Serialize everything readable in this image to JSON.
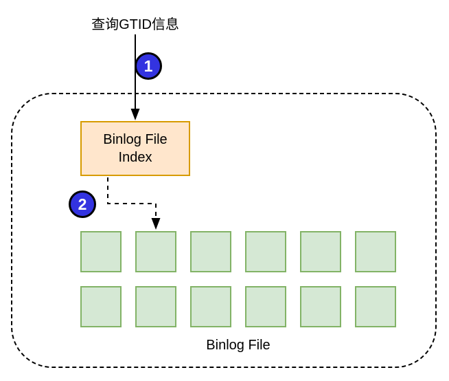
{
  "diagram": {
    "title": "查询GTID信息",
    "index_box_label": "Binlog File Index",
    "container_label": "Binlog File",
    "step1_label": "1",
    "step2_label": "2",
    "grid": {
      "rows": 2,
      "columns": 6
    },
    "colors": {
      "badge_fill": "#3333E0",
      "badge_text": "#FFFFFF",
      "index_box_fill": "#FFE6CC",
      "index_box_border": "#D79B00",
      "square_fill": "#D5E8D4",
      "square_border": "#82B366",
      "line_color": "#000000"
    }
  }
}
